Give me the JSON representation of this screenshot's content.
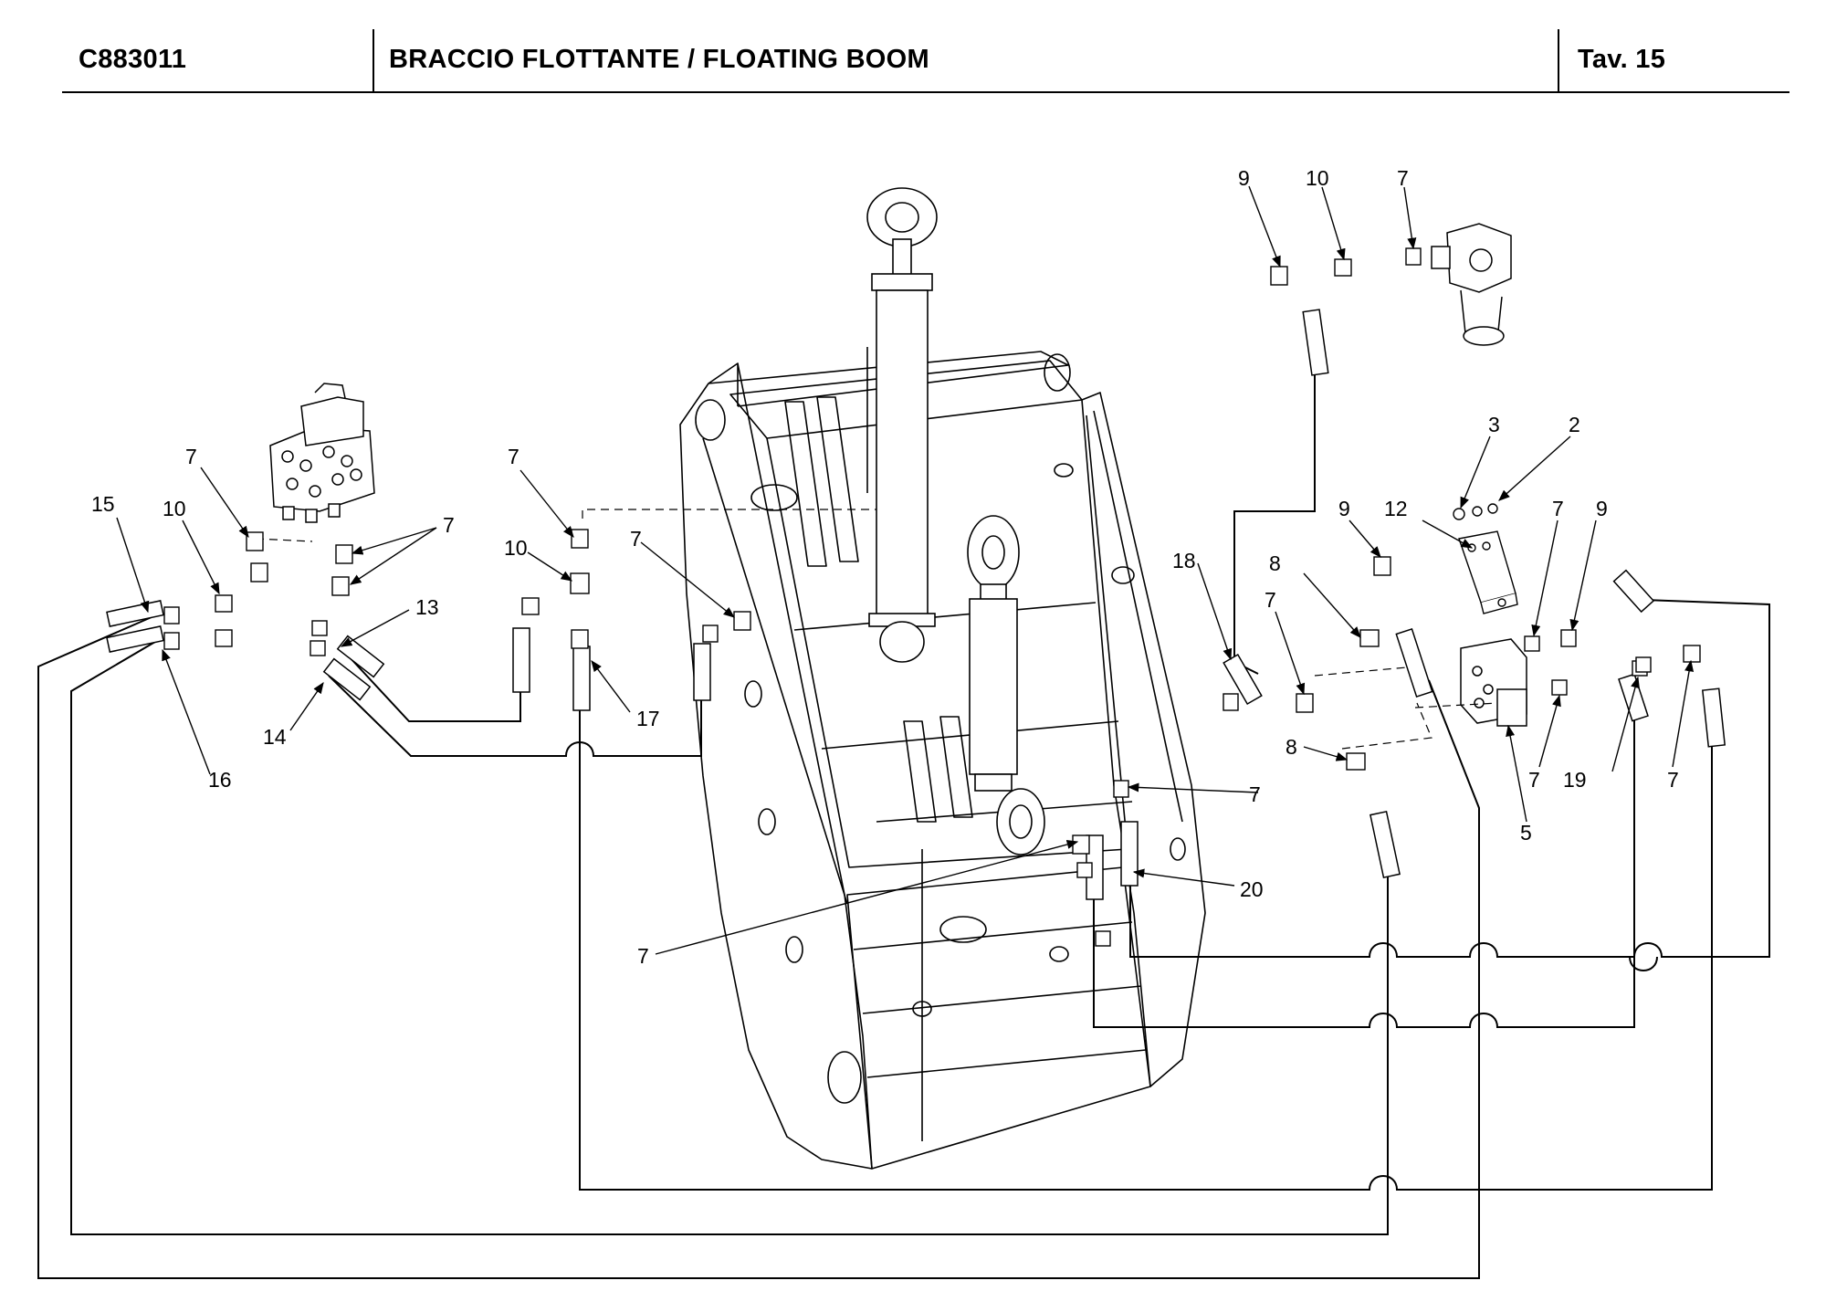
{
  "header": {
    "code": "C883011",
    "title": "BRACCIO FLOTTANTE / FLOATING BOOM",
    "sheet": "Tav.  15"
  },
  "callouts": [
    {
      "id": "c1",
      "label": "7"
    },
    {
      "id": "c2",
      "label": "15"
    },
    {
      "id": "c3",
      "label": "10"
    },
    {
      "id": "c4",
      "label": "7"
    },
    {
      "id": "c5",
      "label": "13"
    },
    {
      "id": "c6",
      "label": "14"
    },
    {
      "id": "c7",
      "label": "16"
    },
    {
      "id": "c8",
      "label": "7"
    },
    {
      "id": "c9",
      "label": "10"
    },
    {
      "id": "c10",
      "label": "17"
    },
    {
      "id": "c11",
      "label": "7"
    },
    {
      "id": "c12",
      "label": "9"
    },
    {
      "id": "c13",
      "label": "10"
    },
    {
      "id": "c14",
      "label": "7"
    },
    {
      "id": "c15",
      "label": "3"
    },
    {
      "id": "c16",
      "label": "2"
    },
    {
      "id": "c17",
      "label": "9"
    },
    {
      "id": "c18",
      "label": "12"
    },
    {
      "id": "c19",
      "label": "7"
    },
    {
      "id": "c20",
      "label": "9"
    },
    {
      "id": "c21",
      "label": "18"
    },
    {
      "id": "c22",
      "label": "8"
    },
    {
      "id": "c23",
      "label": "7"
    },
    {
      "id": "c24",
      "label": "8"
    },
    {
      "id": "c25",
      "label": "7"
    },
    {
      "id": "c26",
      "label": "19"
    },
    {
      "id": "c27",
      "label": "7"
    },
    {
      "id": "c28",
      "label": "5"
    },
    {
      "id": "c29",
      "label": "7"
    },
    {
      "id": "c30",
      "label": "20"
    },
    {
      "id": "c31",
      "label": "7"
    }
  ]
}
